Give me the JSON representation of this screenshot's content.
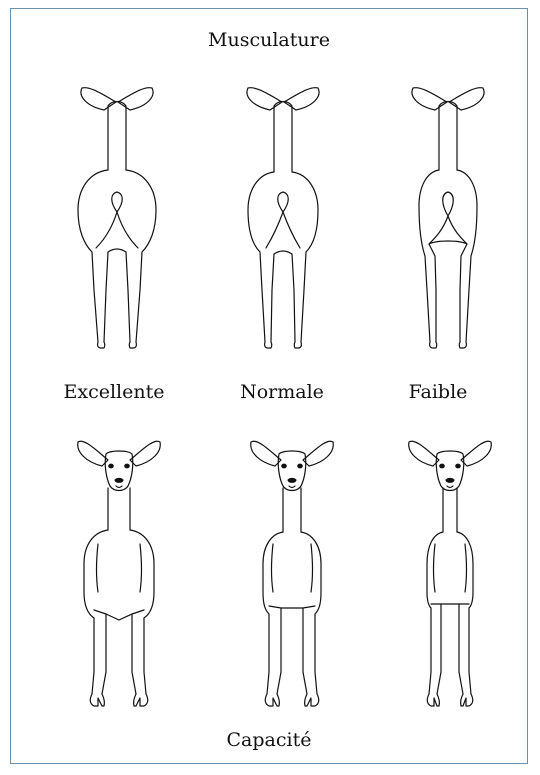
{
  "titles": {
    "top": "Musculature",
    "bottom": "Capacité"
  },
  "categories": [
    "Excellente",
    "Normale",
    "Faible"
  ],
  "figures": {
    "rear_view_row": [
      "rear-excellent",
      "rear-normal",
      "rear-weak"
    ],
    "front_view_row": [
      "front-excellent",
      "front-normal",
      "front-weak"
    ]
  }
}
